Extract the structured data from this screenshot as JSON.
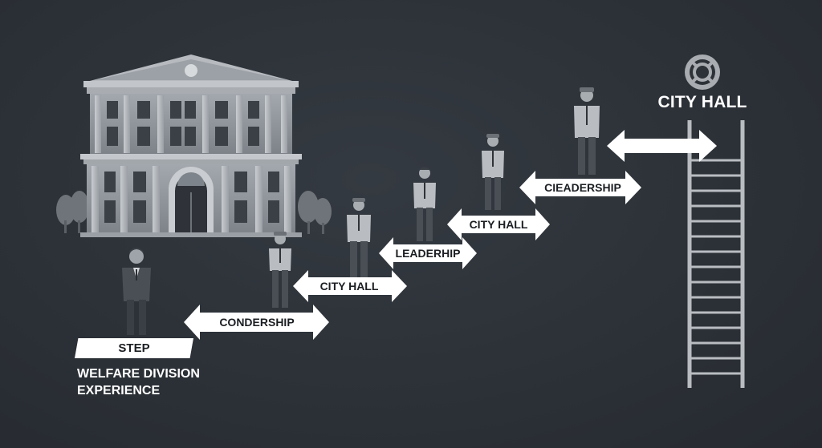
{
  "destination": {
    "title": "CITY HALL",
    "icon": "emblem-icon"
  },
  "start": {
    "badge": "STEP",
    "caption_line1": "WELFARE DIVISION",
    "caption_line2": "EXPERIENCE"
  },
  "arrows": [
    {
      "label": "CONDERSHIP"
    },
    {
      "label": "CITY HALL"
    },
    {
      "label": "LEADERHIP"
    },
    {
      "label": "CITY HALL"
    },
    {
      "label": "CIEADERSHIP"
    },
    {
      "label": ""
    }
  ],
  "colors": {
    "background": "#2b3036",
    "arrow_fill": "#ffffff",
    "building": "#8e939a",
    "ladder": "#b9bdc2",
    "label_text": "#1b1e22"
  }
}
